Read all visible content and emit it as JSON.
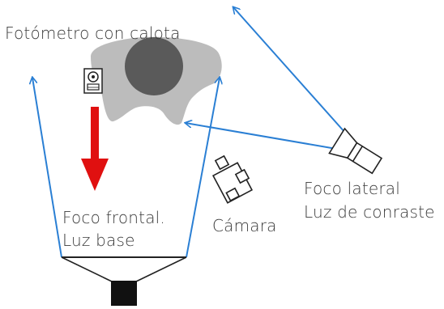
{
  "labels": {
    "photometer": "Fotómetro con calota",
    "front_light_line1": "Foco frontal.",
    "front_light_line2": "Luz base",
    "camera": "Cámara",
    "side_light_line1": "Foco lateral",
    "side_light_line2": "Luz de conraste"
  },
  "colors": {
    "beam": "#2a7fd4",
    "arrow": "#e01010",
    "subject_head": "#bcbcbc",
    "subject_face": "#5a5a5a",
    "equipment_stroke": "#222222",
    "text": "#3a3a3a"
  },
  "icons": {
    "photometer": "light-meter-icon",
    "camera": "camera-icon",
    "side_light": "spotlight-icon",
    "front_light": "softbox-icon"
  }
}
